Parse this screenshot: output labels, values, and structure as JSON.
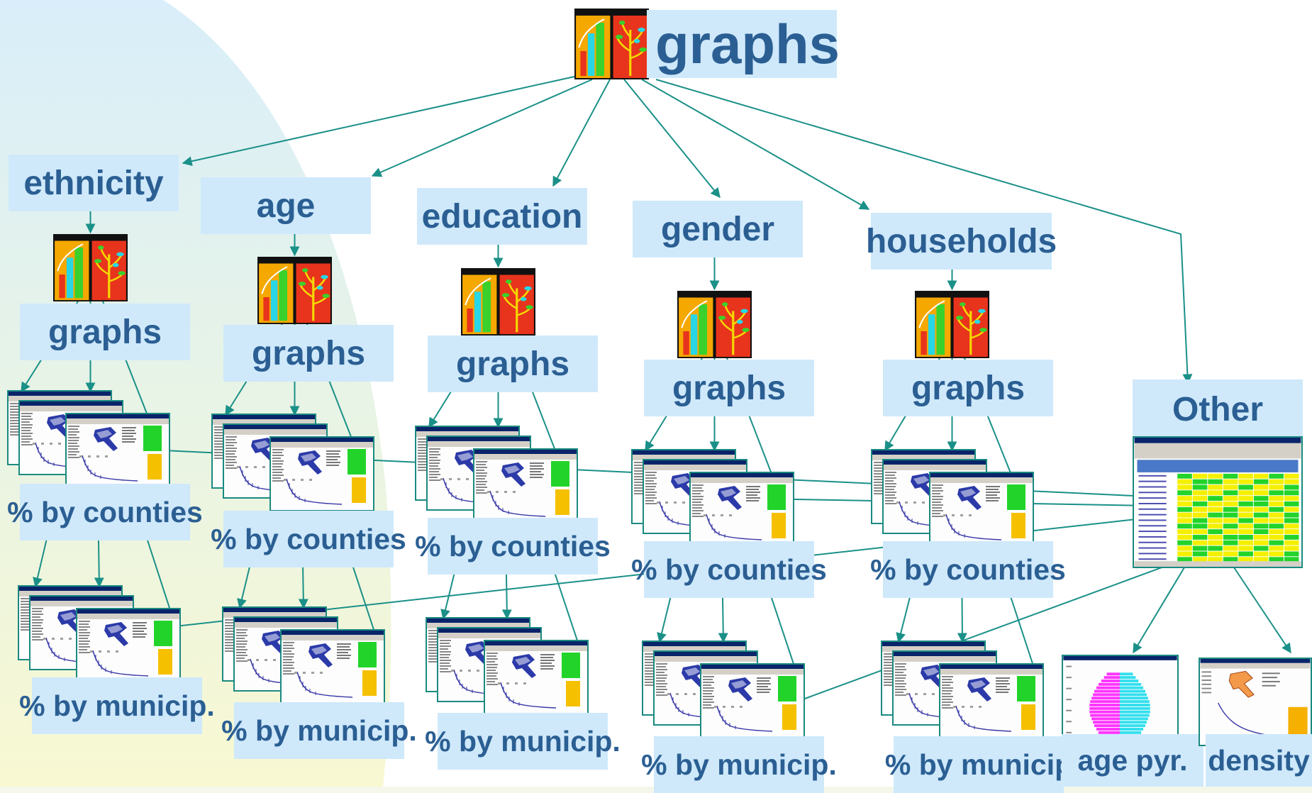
{
  "root": {
    "label": "graphs"
  },
  "categories": [
    {
      "label": "ethnicity",
      "graphs_label": "graphs",
      "counties_label": "% by counties",
      "municip_label": "% by municip."
    },
    {
      "label": "age",
      "graphs_label": "graphs",
      "counties_label": "% by counties",
      "municip_label": "% by municip."
    },
    {
      "label": "education",
      "graphs_label": "graphs",
      "counties_label": "% by counties",
      "municip_label": "% by municip."
    },
    {
      "label": "gender",
      "graphs_label": "graphs",
      "counties_label": "% by counties",
      "municip_label": "% by municip."
    },
    {
      "label": "households",
      "graphs_label": "graphs",
      "counties_label": "% by counties",
      "municip_label": "% by municip"
    }
  ],
  "other": {
    "label": "Other",
    "age_pyr_label": "age pyr.",
    "density_label": "density"
  },
  "colors": {
    "background_blue": "#cfe9fb",
    "label_text": "#2b5f93",
    "arrow": "#1a9088",
    "icon_red": "#e8341c",
    "icon_orange": "#f5a800",
    "table_green": "#22d42a",
    "table_yellow": "#f5f000",
    "pyramid_magenta": "#ff33ff",
    "pyramid_cyan": "#33dfee"
  },
  "icons": [
    "graphs-icon"
  ]
}
